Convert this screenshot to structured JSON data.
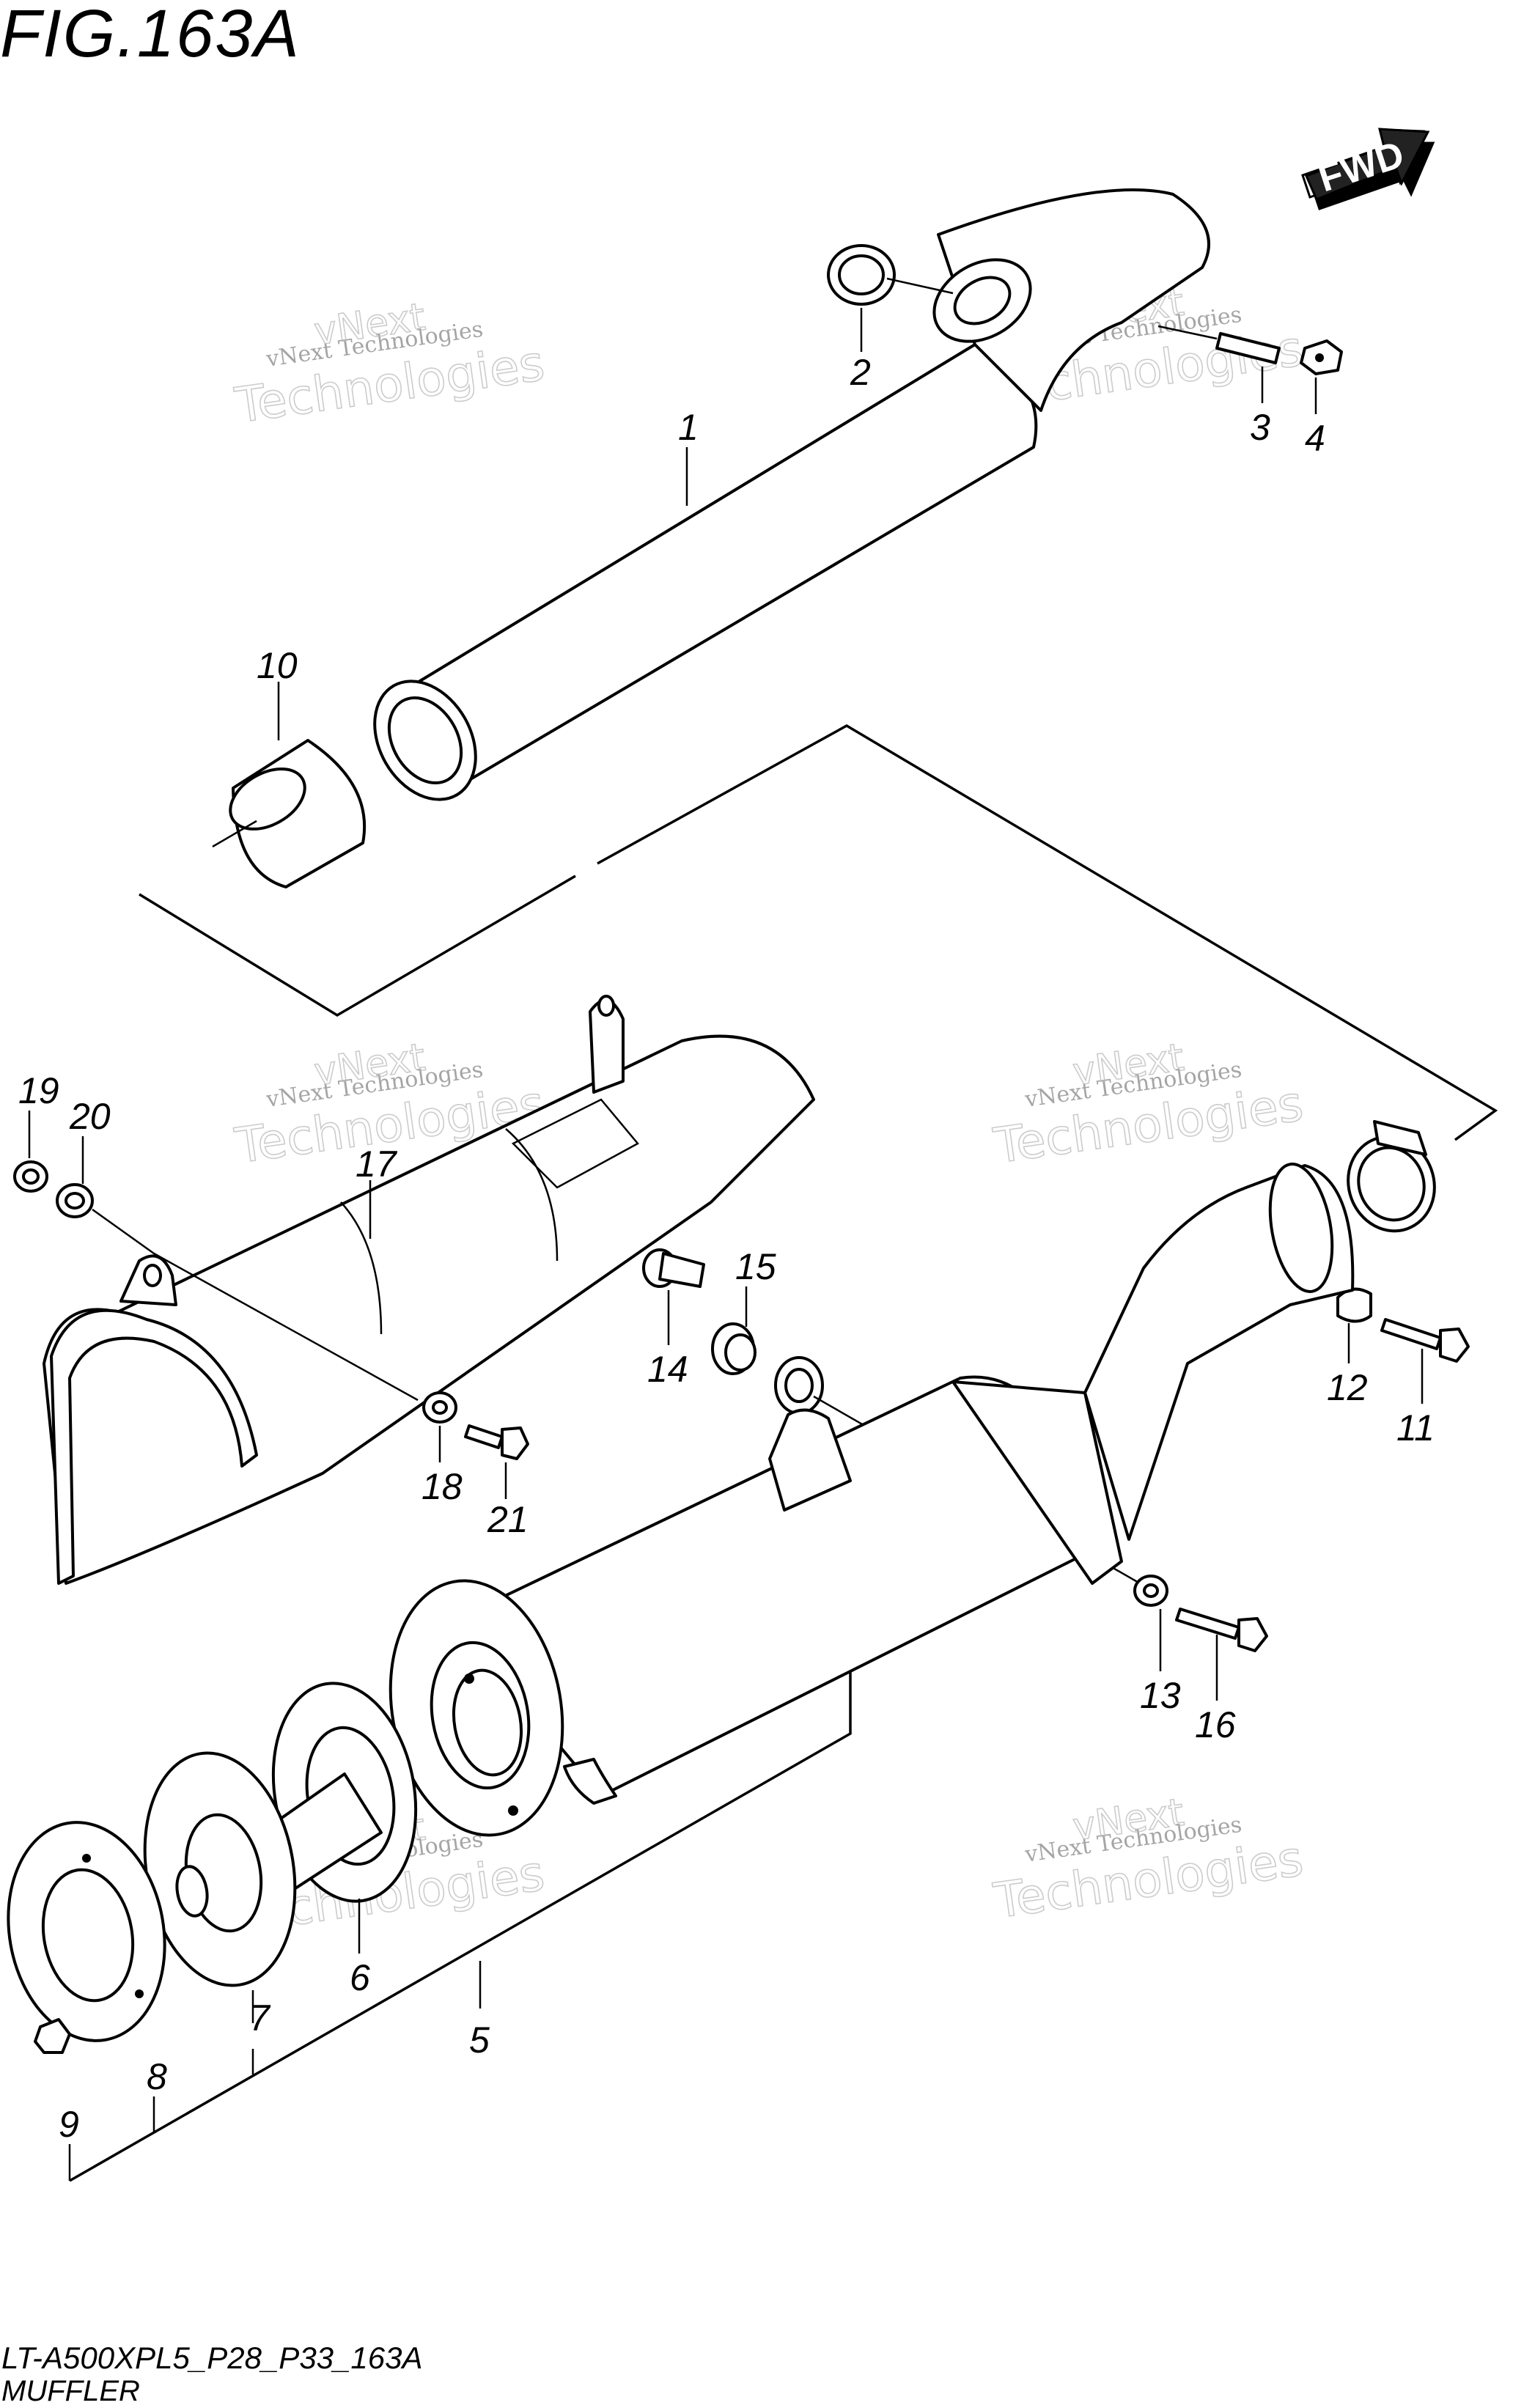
{
  "figure": {
    "title": "FIG.163A",
    "model_code": "LT-A500XPL5_P28_P33_163A",
    "caption": "MUFFLER",
    "direction_label": "FWD"
  },
  "watermark": {
    "line1": "vNext Technologies",
    "line2": "vNext",
    "line3": "Technologies"
  },
  "callouts": [
    {
      "id": "1",
      "text": "1"
    },
    {
      "id": "2",
      "text": "2"
    },
    {
      "id": "3",
      "text": "3"
    },
    {
      "id": "4",
      "text": "4"
    },
    {
      "id": "5",
      "text": "5"
    },
    {
      "id": "6",
      "text": "6"
    },
    {
      "id": "7",
      "text": "7"
    },
    {
      "id": "8",
      "text": "8"
    },
    {
      "id": "9",
      "text": "9"
    },
    {
      "id": "10",
      "text": "10"
    },
    {
      "id": "11",
      "text": "11"
    },
    {
      "id": "12",
      "text": "12"
    },
    {
      "id": "13",
      "text": "13"
    },
    {
      "id": "14",
      "text": "14"
    },
    {
      "id": "15",
      "text": "15"
    },
    {
      "id": "16",
      "text": "16"
    },
    {
      "id": "17",
      "text": "17"
    },
    {
      "id": "18",
      "text": "18"
    },
    {
      "id": "19",
      "text": "19"
    },
    {
      "id": "20",
      "text": "20"
    },
    {
      "id": "21",
      "text": "21"
    }
  ]
}
